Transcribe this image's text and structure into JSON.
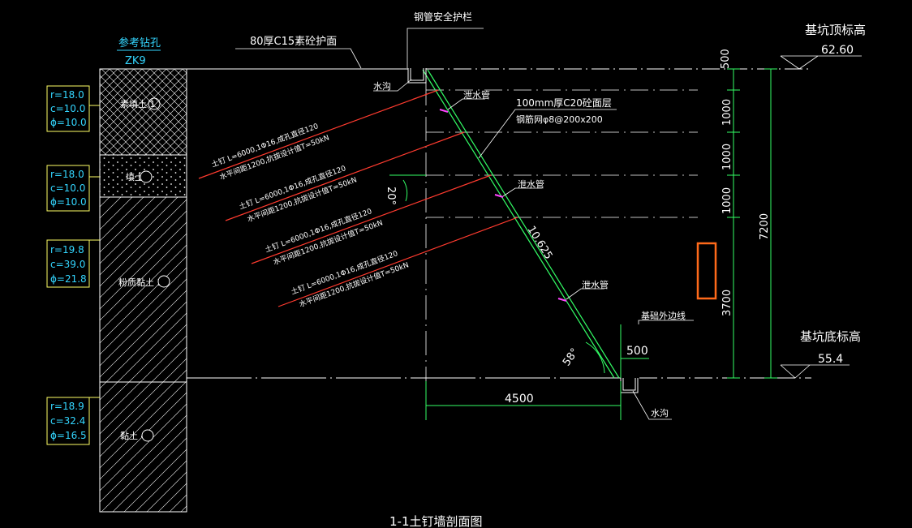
{
  "borehole": {
    "label": "参考钻孔",
    "id": "ZK9"
  },
  "layers": [
    {
      "name": "素填土 1",
      "r": "r=18.0",
      "c": "c=10.0",
      "phi": "ϕ=10.0"
    },
    {
      "name": "填土 2",
      "r": "r=18.0",
      "c": "c=10.0",
      "phi": "ϕ=10.0"
    },
    {
      "name": "粉质黏土 3",
      "r": "r=19.8",
      "c": "c=39.0",
      "phi": "ϕ=21.8"
    },
    {
      "name": "黏土 4",
      "r": "r=18.9",
      "c": "c=32.4",
      "phi": "ϕ=16.5"
    }
  ],
  "labels": {
    "surface": "80厚C15素砼护面",
    "railing": "钢管安全护栏",
    "ditch_top": "水沟",
    "ditch_bottom": "水沟",
    "shotcrete_line1": "100mm厚C20砼面层",
    "shotcrete_line2": "钢筋网φ8@200x200",
    "drain1": "泄水管",
    "drain2": "泄水管",
    "drain3": "泄水管",
    "excavation_line": "基础外边线",
    "top_title": "基坑顶标高",
    "top_elev": "62.60",
    "bottom_title": "基坑底标高",
    "bottom_elev": "55.4",
    "angle20": "20°",
    "angle58": "58°",
    "slope_len": "10.625",
    "section_title": "1-1土钉墙剖面图"
  },
  "nails": [
    {
      "line1": "土钉 L=6000,1Φ16,成孔直径120",
      "line2": "水平间距1200,抗拔设计值T=50kN"
    },
    {
      "line1": "土钉 L=6000,1Φ16,成孔直径120",
      "line2": "水平间距1200,抗拔设计值T=50kN"
    },
    {
      "line1": "土钉 L=6000,1Φ16,成孔直径120",
      "line2": "水平间距1200,抗拔设计值T=50kN"
    },
    {
      "line1": "土钉 L=6000,1Φ16,成孔直径120",
      "line2": "水平间距1200,抗拔设计值T=50kN"
    }
  ],
  "dims": {
    "d500": "500",
    "d1000a": "1000",
    "d1000b": "1000",
    "d1000c": "1000",
    "d3700": "3700",
    "d7200": "7200",
    "d4500": "4500",
    "d500b": "500"
  },
  "colors": {
    "background": "#000000",
    "white": "#ffffff",
    "green": "#33ff66",
    "red": "#ff3b2f",
    "cyan": "#33d6ff",
    "yellow": "#ffff66",
    "magenta": "#ff44ff",
    "orange": "#ff6a1a"
  }
}
